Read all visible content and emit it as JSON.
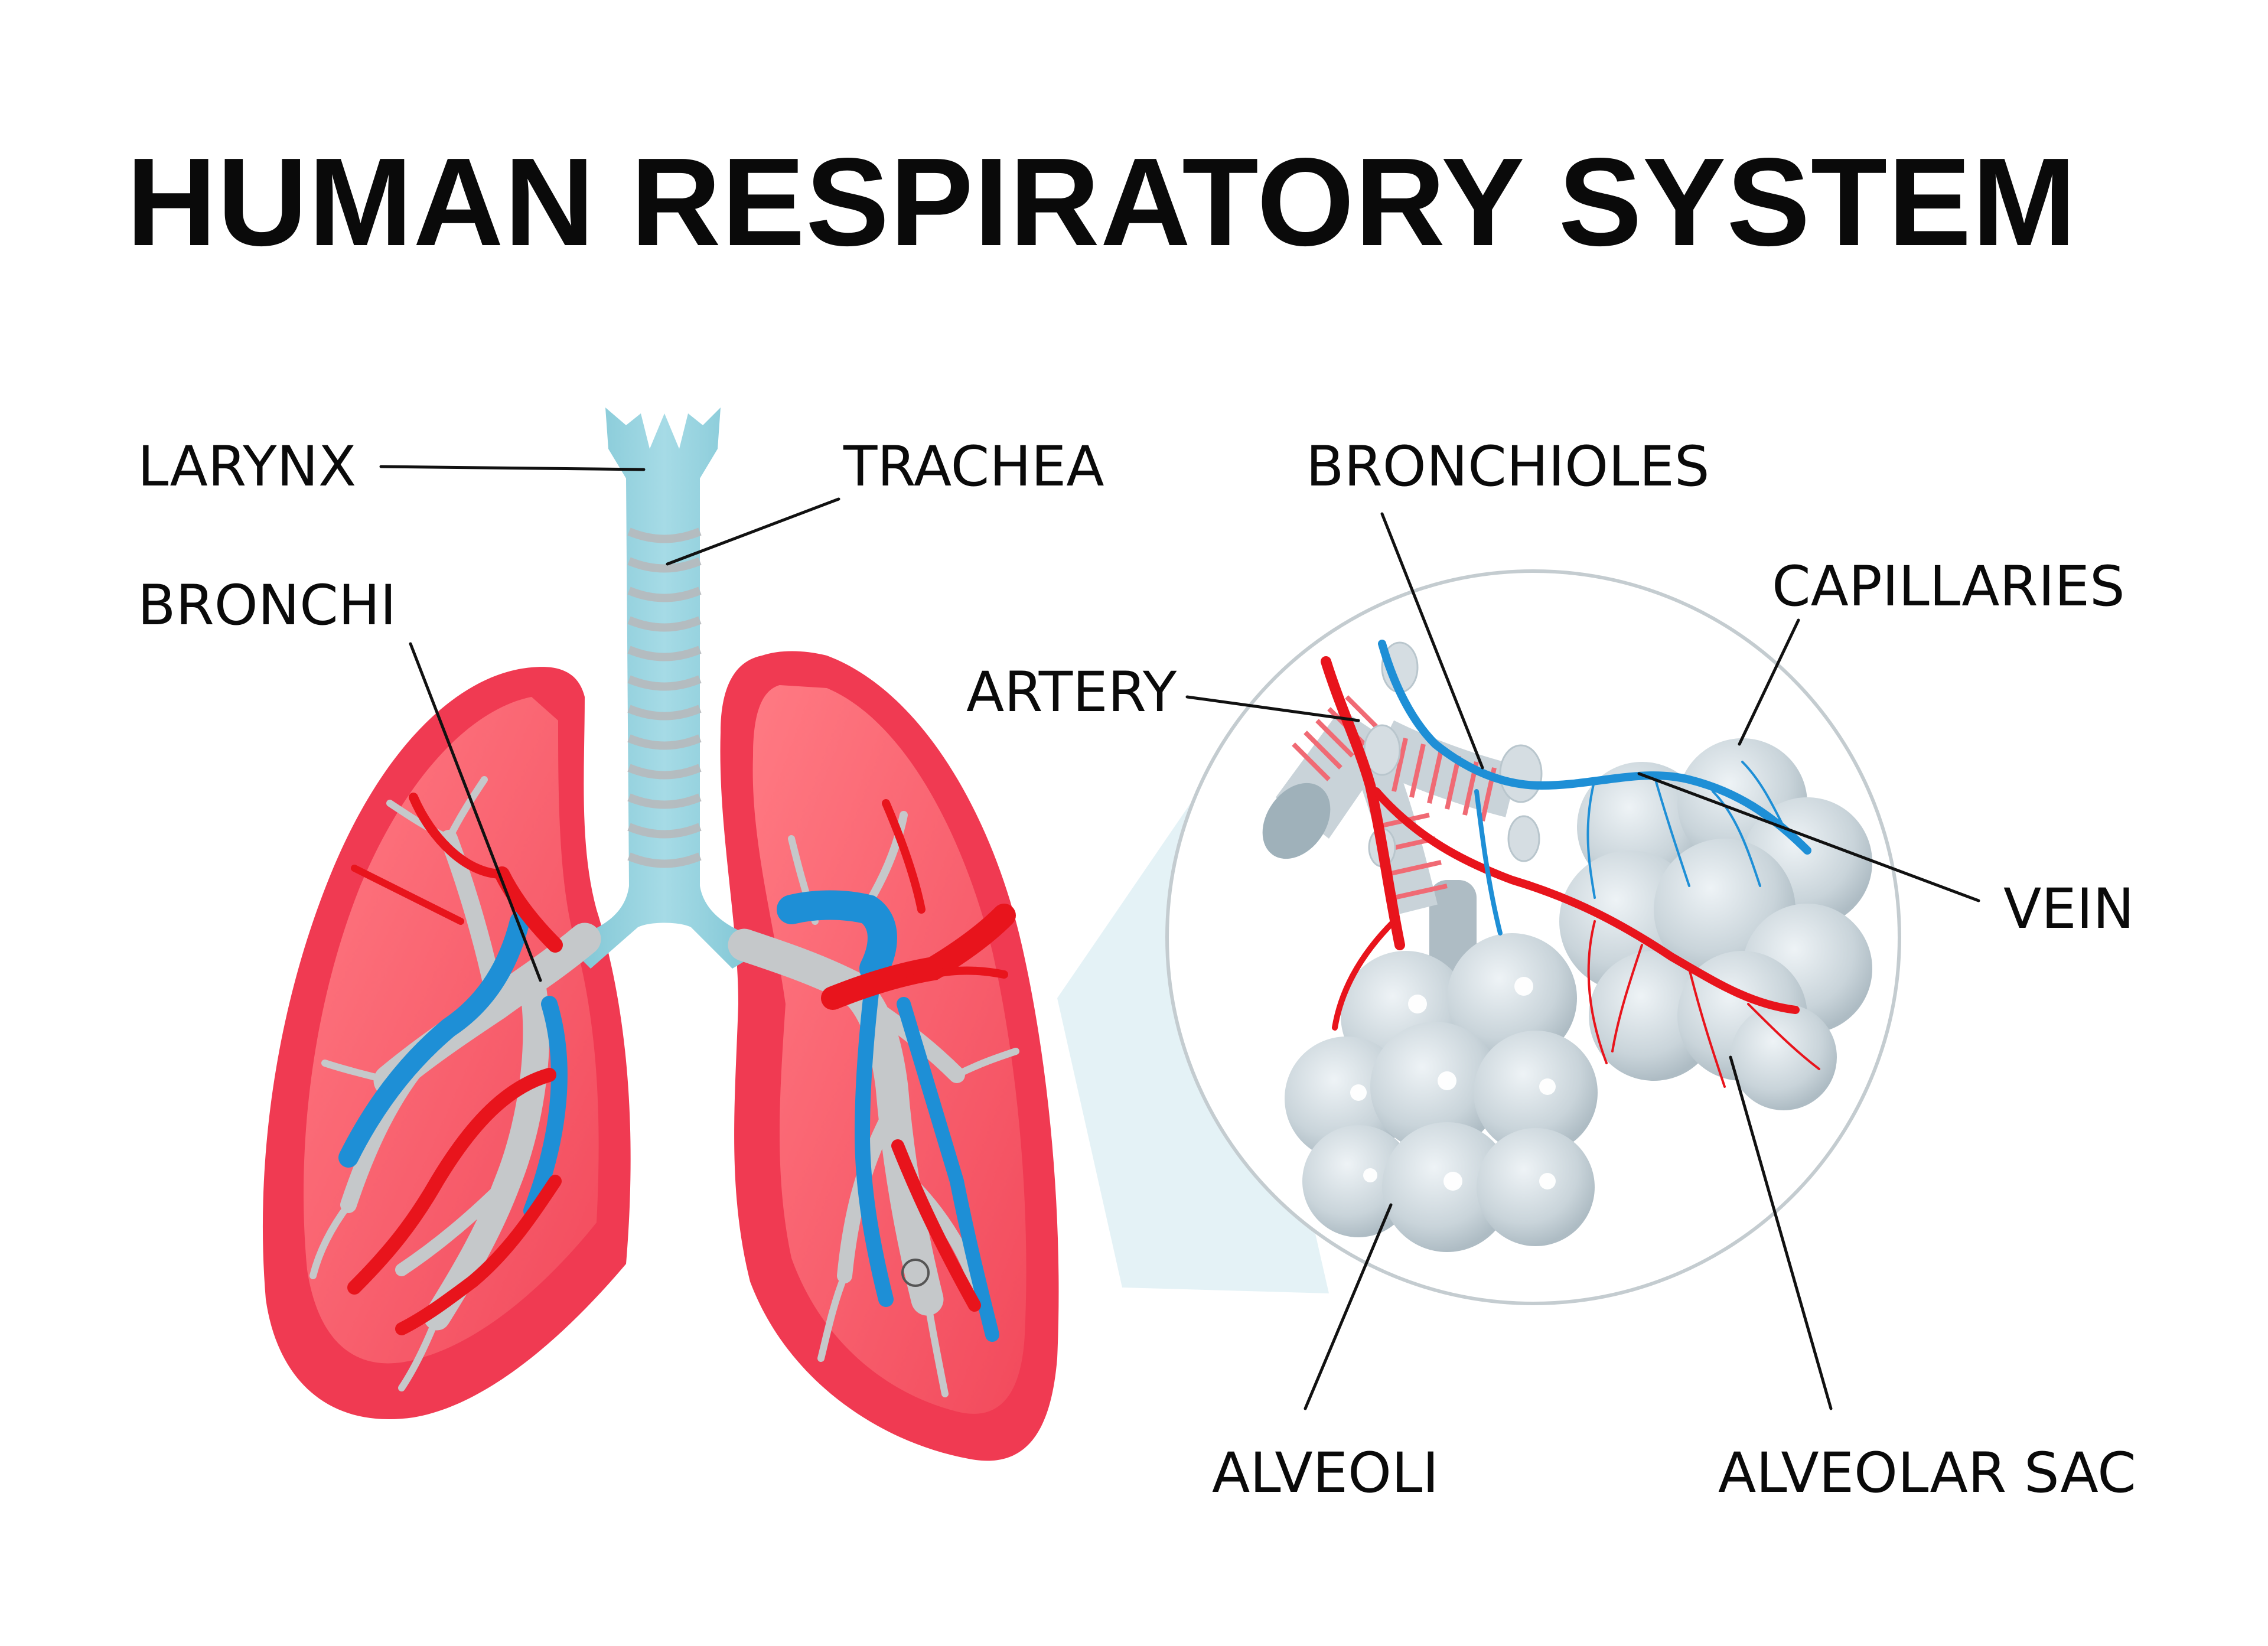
{
  "title": "HUMAN RESPIRATORY SYSTEM",
  "labels": {
    "larynx": "LARYNX",
    "trachea": "TRACHEA",
    "bronchi": "BRONCHI",
    "artery": "ARTERY",
    "bronchioles": "BRONCHIOLES",
    "capillaries": "CAPILLARIES",
    "vein": "VEIN",
    "alveoli": "ALVEOLI",
    "alveolar_sac": "ALVEOLAR SAC"
  },
  "colors": {
    "lung_outer": "#f23a52",
    "lung_inner": "#ff6b74",
    "lung_dark": "#d8163a",
    "trachea": "#8ccfdc",
    "trachea_ring": "#b9bcbf",
    "bronchi_gray": "#c7cacc",
    "artery_red": "#e8141c",
    "vein_blue": "#1e8fd6",
    "alveoli": "#d6dee3",
    "circle_outline": "#c4ccd0",
    "magnify_beam": "#dff0f5"
  },
  "icons": {
    "lungs": "lungs-illustration",
    "magnifier": "magnified-alveoli-illustration"
  }
}
